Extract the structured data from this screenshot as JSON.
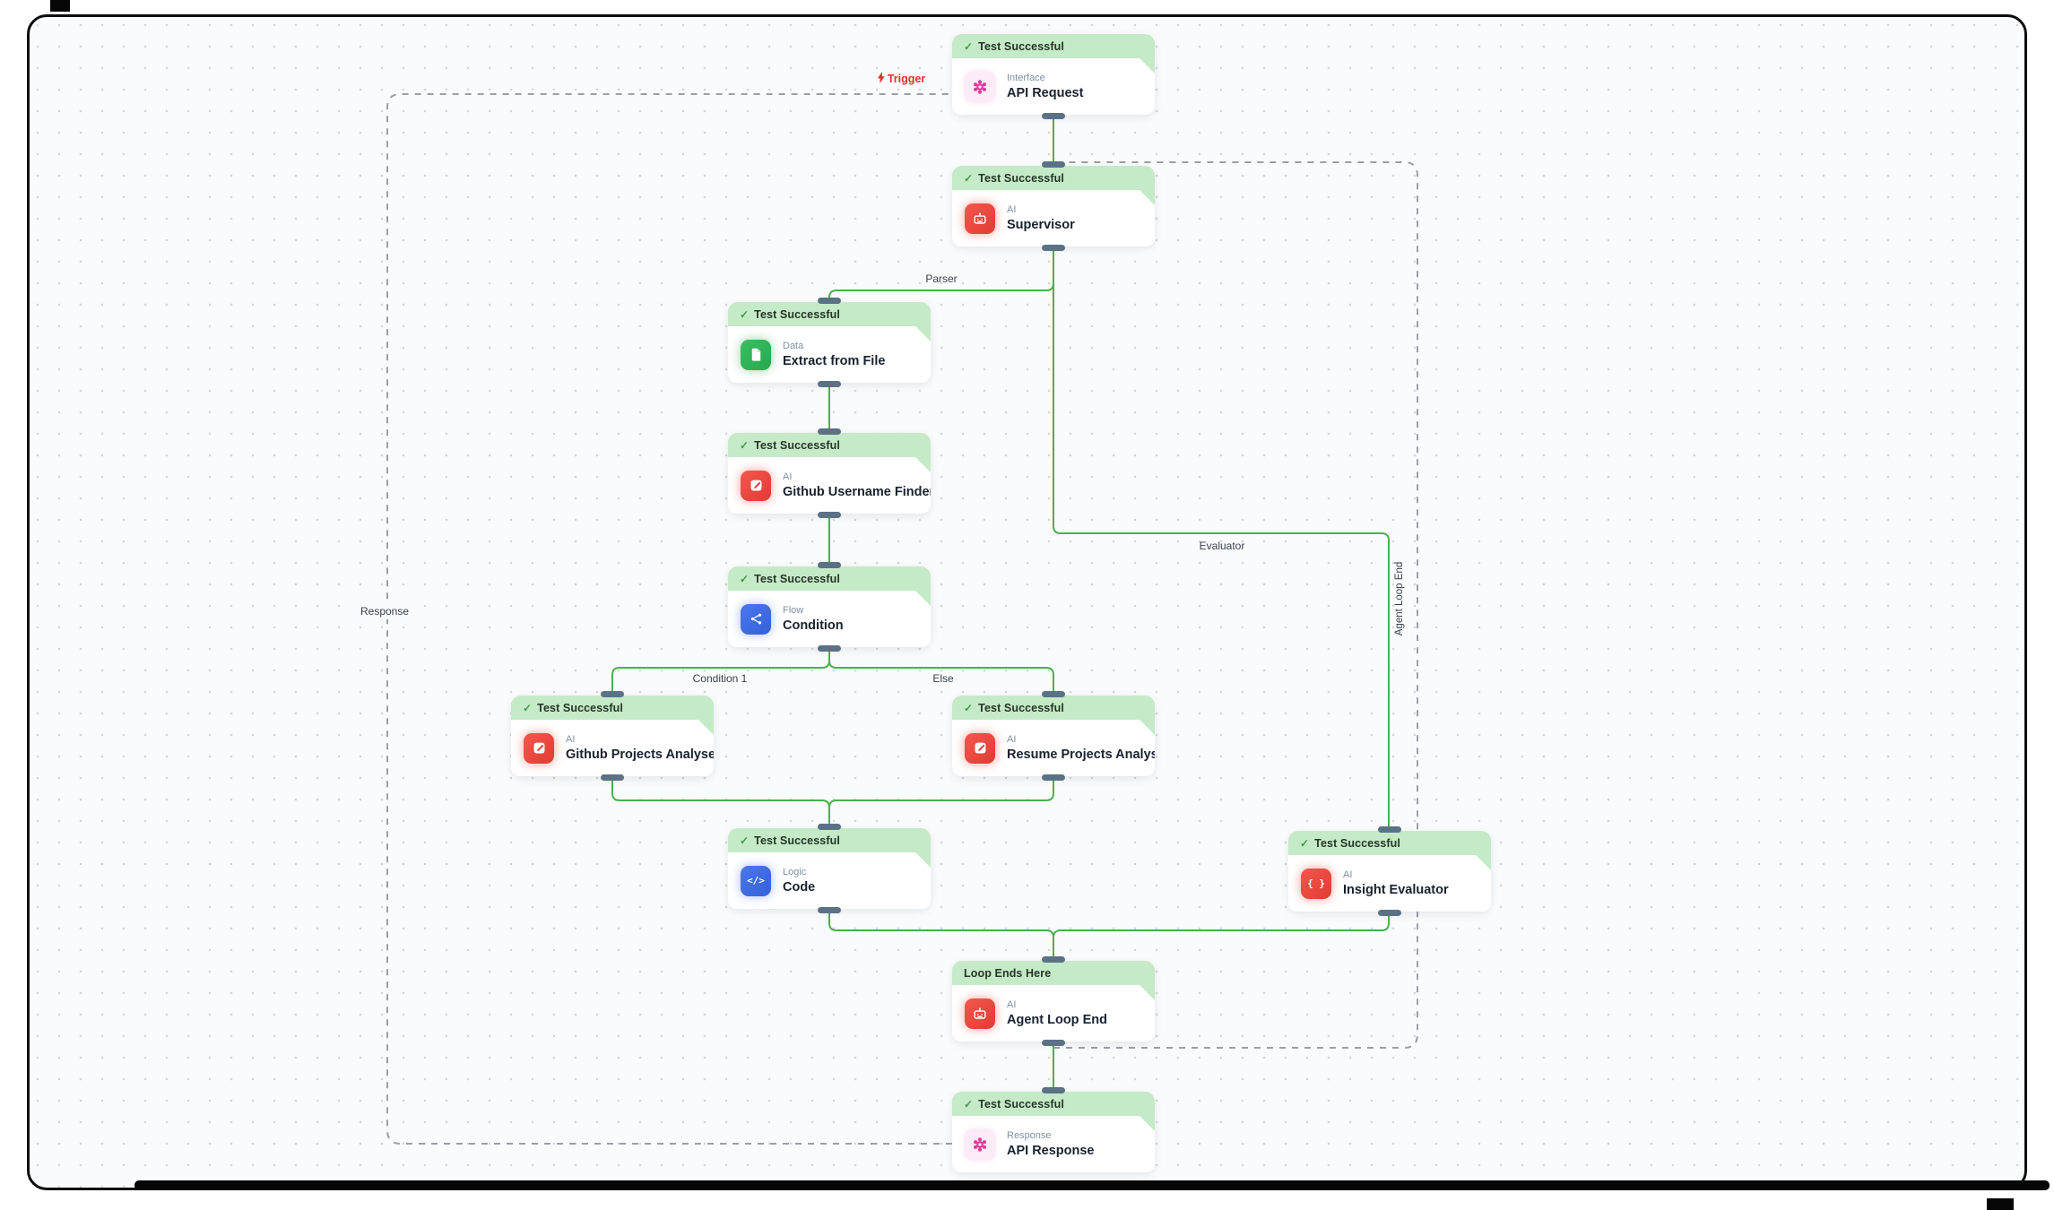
{
  "diagram": {
    "check_glyph": "✓",
    "colors": {
      "canvas-bg": "#fafbfc",
      "dot": "#d3d6db",
      "header-bg": "#c5eac7",
      "edge-solid": "#4caf50",
      "edge-dashed": "#9aa0a8",
      "connector": "#5b7286",
      "trigger-red": "#e0312e"
    },
    "nodes": [
      {
        "id": "api_request",
        "status": "Test Successful",
        "status_check": true,
        "category": "Interface",
        "title": "API Request",
        "icon": "gear-flower-icon",
        "icon_style": "pink"
      },
      {
        "id": "supervisor",
        "status": "Test Successful",
        "status_check": true,
        "category": "AI",
        "title": "Supervisor",
        "icon": "robot-icon",
        "icon_style": "red"
      },
      {
        "id": "extract_from_file",
        "status": "Test Successful",
        "status_check": true,
        "category": "Data",
        "title": "Extract from File",
        "icon": "document-icon",
        "icon_style": "green"
      },
      {
        "id": "github_username_finder",
        "status": "Test Successful",
        "status_check": true,
        "category": "AI",
        "title": "Github Username Finder",
        "icon": "edit-icon",
        "icon_style": "red"
      },
      {
        "id": "condition",
        "status": "Test Successful",
        "status_check": true,
        "category": "Flow",
        "title": "Condition",
        "icon": "share-icon",
        "icon_style": "blue"
      },
      {
        "id": "github_projects_analyser",
        "status": "Test Successful",
        "status_check": true,
        "category": "AI",
        "title": "Github Projects Analyser",
        "icon": "edit-icon",
        "icon_style": "red"
      },
      {
        "id": "resume_projects_analyse",
        "status": "Test Successful",
        "status_check": true,
        "category": "AI",
        "title": "Resume Projects Analyse",
        "icon": "edit-icon",
        "icon_style": "red"
      },
      {
        "id": "code",
        "status": "Test Successful",
        "status_check": true,
        "category": "Logic",
        "title": "Code",
        "icon": "code-icon",
        "icon_style": "blue"
      },
      {
        "id": "insight_evaluator",
        "status": "Test Successful",
        "status_check": true,
        "category": "AI",
        "title": "Insight Evaluator",
        "icon": "braces-icon",
        "icon_style": "red"
      },
      {
        "id": "agent_loop_end",
        "status": "Loop Ends Here",
        "status_check": false,
        "category": "AI",
        "title": "Agent Loop End",
        "icon": "robot-icon",
        "icon_style": "red"
      },
      {
        "id": "api_response",
        "status": "Test Successful",
        "status_check": true,
        "category": "Response",
        "title": "API Response",
        "icon": "gear-flower-icon",
        "icon_style": "pink"
      }
    ],
    "edges": [
      {
        "id": "e_api_supervisor",
        "from": "api_request",
        "to": "supervisor",
        "style": "solid"
      },
      {
        "id": "e_supervisor_extract",
        "from": "supervisor",
        "to": "extract_from_file",
        "style": "solid",
        "label": "Parser"
      },
      {
        "id": "e_supervisor_insight",
        "from": "supervisor",
        "to": "insight_evaluator",
        "style": "solid",
        "label": "Evaluator"
      },
      {
        "id": "e_extract_guf",
        "from": "extract_from_file",
        "to": "github_username_finder",
        "style": "solid"
      },
      {
        "id": "e_guf_condition",
        "from": "github_username_finder",
        "to": "condition",
        "style": "solid"
      },
      {
        "id": "e_condition_gpa",
        "from": "condition",
        "to": "github_projects_analyser",
        "style": "solid",
        "label": "Condition 1"
      },
      {
        "id": "e_condition_rpa",
        "from": "condition",
        "to": "resume_projects_analyse",
        "style": "solid",
        "label": "Else"
      },
      {
        "id": "e_gpa_code",
        "from": "github_projects_analyser",
        "to": "code",
        "style": "solid"
      },
      {
        "id": "e_rpa_code",
        "from": "resume_projects_analyse",
        "to": "code",
        "style": "solid"
      },
      {
        "id": "e_code_ale",
        "from": "code",
        "to": "agent_loop_end",
        "style": "solid"
      },
      {
        "id": "e_insight_ale",
        "from": "insight_evaluator",
        "to": "agent_loop_end",
        "style": "solid"
      },
      {
        "id": "e_ale_response",
        "from": "agent_loop_end",
        "to": "api_response",
        "style": "solid"
      },
      {
        "id": "e_loop_back",
        "from": "agent_loop_end",
        "to": "supervisor",
        "style": "dashed",
        "label": "Agent Loop End"
      },
      {
        "id": "e_response_loop",
        "from": "api_response",
        "to": "api_request",
        "style": "dashed",
        "label": "Response"
      }
    ],
    "edge_labels": [
      {
        "id": "trigger",
        "text": "Trigger"
      },
      {
        "id": "parser",
        "text": "Parser"
      },
      {
        "id": "evaluator",
        "text": "Evaluator"
      },
      {
        "id": "condition1",
        "text": "Condition 1"
      },
      {
        "id": "else",
        "text": "Else"
      },
      {
        "id": "response",
        "text": "Response"
      },
      {
        "id": "agent_loop_end",
        "text": "Agent Loop End"
      }
    ]
  }
}
